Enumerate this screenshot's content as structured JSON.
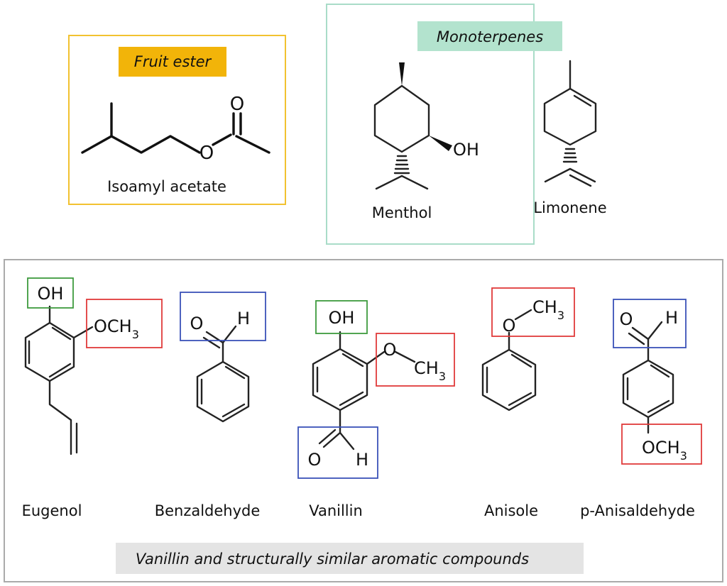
{
  "colors": {
    "fruit_border": "#F2C230",
    "fruit_label_bg": "#F2B409",
    "mono_border": "#A9DCC8",
    "mono_label_bg": "#B3E3CE",
    "bottom_border": "#AAAAAA",
    "caption_bg": "#E4E4E4",
    "box_green": "#3E9B3E",
    "box_red": "#E03A3A",
    "box_blue": "#3A52B8"
  },
  "fruit_ester": {
    "label": "Fruit ester",
    "compound": {
      "name": "Isoamyl acetate",
      "atoms": {
        "O_carbonyl": "O",
        "O_ester": "O"
      }
    }
  },
  "monoterpenes": {
    "label": "Monoterpenes",
    "compounds": [
      {
        "name": "Menthol",
        "atoms": {
          "OH": "OH"
        }
      },
      {
        "name": "Limonene"
      }
    ]
  },
  "aromatics": {
    "caption": "Vanillin and structurally similar aromatic compounds",
    "compounds": [
      {
        "name": "Eugenol",
        "groups": {
          "OH": "OH",
          "OCH": "OCH",
          "sub": "3"
        }
      },
      {
        "name": "Benzaldehyde",
        "groups": {
          "O": "O",
          "H": "H"
        }
      },
      {
        "name": "Vanillin",
        "groups": {
          "OH": "OH",
          "O_m": "O",
          "CH": "CH",
          "sub": "3",
          "O_ald": "O",
          "H": "H"
        }
      },
      {
        "name": "Anisole",
        "groups": {
          "O": "O",
          "CH": "CH",
          "sub": "3"
        }
      },
      {
        "name": "p-Anisaldehyde",
        "groups": {
          "O": "O",
          "H": "H",
          "OCH": "OCH",
          "sub": "3"
        }
      }
    ]
  }
}
